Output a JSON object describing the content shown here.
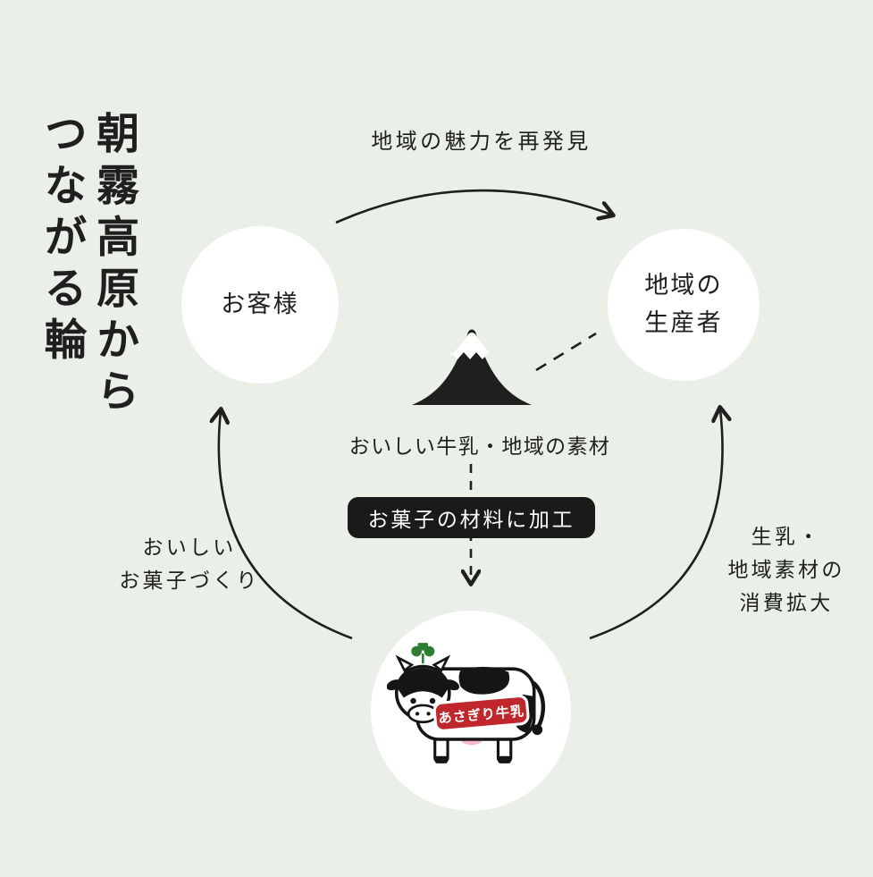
{
  "colors": {
    "background": "#eaf0e7",
    "ink": "#1f1f1f",
    "circle": "#ffffff",
    "pill_bg": "#1a1a1a",
    "pill_text": "#ffffff",
    "banner_red": "#c0272d",
    "clover_green": "#2e7d32"
  },
  "title": {
    "column1": "朝霧高原から",
    "column2": "つながる輪"
  },
  "nodes": {
    "customer_label": "お客様",
    "producer_label_line1": "地域の",
    "producer_label_line2": "生産者",
    "factory_logo_text": "あさぎり牛乳"
  },
  "center": {
    "ingredients_caption": "おいしい牛乳・地域の素材",
    "process_label": "お菓子の材料に加工"
  },
  "flow_labels": {
    "top": "地域の魅力を再発見",
    "left_line1": "おいしい",
    "left_line2": "お菓子づくり",
    "right_line1": "生乳・",
    "right_line2": "地域素材の",
    "right_line3": "消費拡大"
  }
}
